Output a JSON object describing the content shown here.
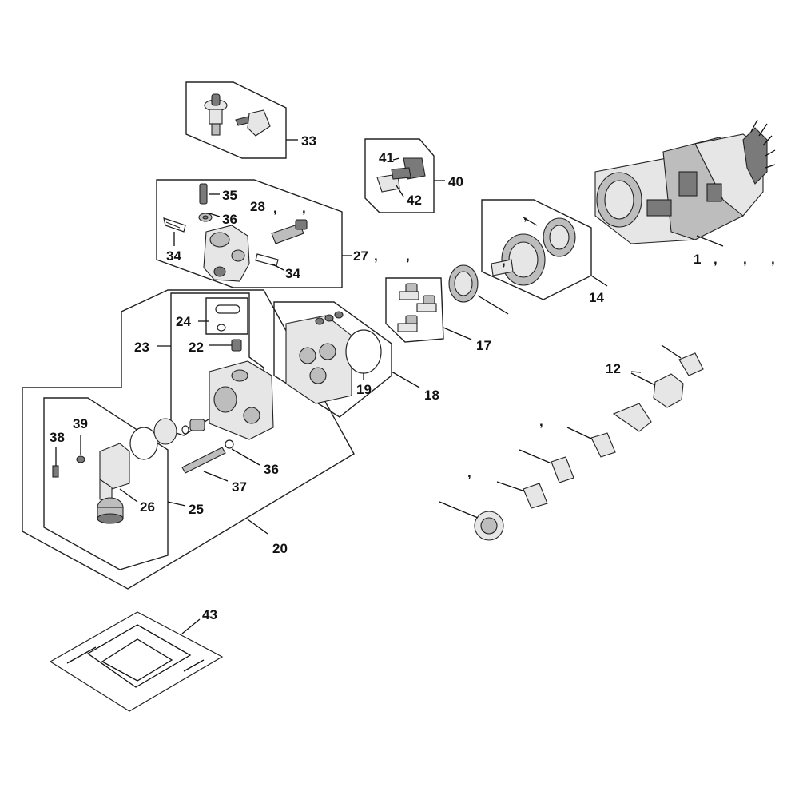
{
  "callouts": {
    "c1": "1",
    "c12": "12",
    "c14": "14",
    "c17": "17",
    "c18": "18",
    "c19": "19",
    "c20": "20",
    "c22": "22",
    "c23": "23",
    "c24": "24",
    "c25": "25",
    "c26": "26",
    "c27": "27",
    "c28": "28",
    "c33": "33",
    "c34a": "34",
    "c34b": "34",
    "c35": "35",
    "c36a": "36",
    "c36b": "36",
    "c37": "37",
    "c38": "38",
    "c39": "39",
    "c40": "40",
    "c41": "41",
    "c42": "42",
    "c43": "43"
  },
  "commas": {
    "k1": ",",
    "k2": ",",
    "k3": ",",
    "k4": ",",
    "k5": ",",
    "k6": ",",
    "k7": ",",
    "k8": ",",
    "k9": ",",
    "k10": ",",
    "k11": ","
  }
}
